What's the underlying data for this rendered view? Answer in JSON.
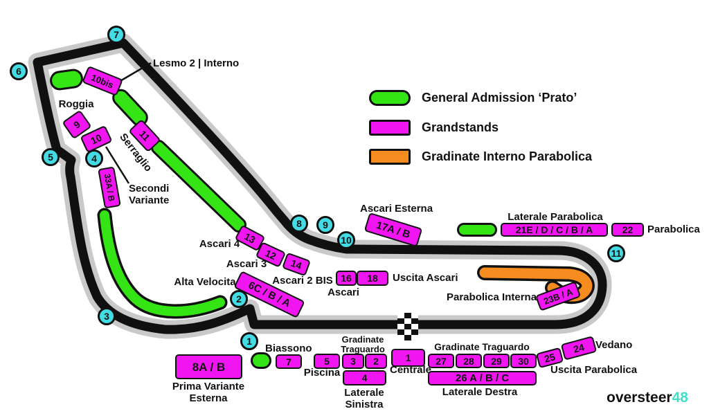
{
  "legend": {
    "items": [
      {
        "label": "General Admission ‘Prato’",
        "swatch": "general-admission"
      },
      {
        "label": "Grandstands",
        "swatch": "grandstand"
      },
      {
        "label": "Gradinate Interno Parabolica",
        "swatch": "gradinate-interno"
      }
    ]
  },
  "colors": {
    "general_admission": "#35e414",
    "grandstand": "#f116f1",
    "gradinate_interno": "#f68b1f",
    "turn_marker": "#44dce4",
    "track": "#101010",
    "track_casing": "#c9c9c9",
    "watermark_accent": "#3fe0c5"
  },
  "turns": [
    "1",
    "2",
    "3",
    "4",
    "5",
    "6",
    "7",
    "8",
    "9",
    "10",
    "11"
  ],
  "stands": {
    "s10bis": "10bis",
    "s9": "9",
    "s10": "10",
    "s11": "11",
    "s33": "33A / B",
    "s13": "13",
    "s12": "12",
    "s14": "14",
    "s6c": "6C / B / A",
    "s16": "16",
    "s18": "18",
    "s17": "17A / B",
    "s21": "21E / D / C / B / A",
    "s22": "22",
    "s23": "23B / A",
    "s8a": "8A / B",
    "s7": "7",
    "s5": "5",
    "s3": "3",
    "s2": "2",
    "s4": "4",
    "s1": "1",
    "s27": "27",
    "s28": "28",
    "s29": "29",
    "s30": "30",
    "s26": "26 A / B / C",
    "s25": "25",
    "s24": "24"
  },
  "labels": {
    "lesmo2": "Lesmo 2 | Interno",
    "roggia": "Roggia",
    "serraglio": "Serraglio",
    "secondi_1": "Secondi",
    "secondi_2": "Variante",
    "ascari4": "Ascari 4",
    "ascari3": "Ascari 3",
    "ascari2bis": "Ascari 2 BIS",
    "alta_velocita": "Alta Velocita",
    "ascari": "Ascari",
    "uscita_ascari": "Uscita Ascari",
    "ascari_esterna": "Ascari Esterna",
    "laterale_parabolica": "Laterale Parabolica",
    "parabolica": "Parabolica",
    "parabolica_interna": "Parabolica Interna",
    "biassono": "Biassono",
    "gradinate_traguardo_sx_1": "Gradinate",
    "gradinate_traguardo_sx_2": "Traguardo",
    "piscina": "Piscina",
    "laterale_sinistra_1": "Laterale",
    "laterale_sinistra_2": "Sinistra",
    "centrale": "Centrale",
    "gradinate_traguardo_dx": "Gradinate Traguardo",
    "laterale_destra": "Laterale Destra",
    "vedano": "Vedano",
    "uscita_parabolica": "Uscita Parabolica",
    "prima_variante_1": "Prima Variante",
    "prima_variante_2": "Esterna"
  },
  "watermark": {
    "name": "oversteer",
    "number": "48"
  }
}
